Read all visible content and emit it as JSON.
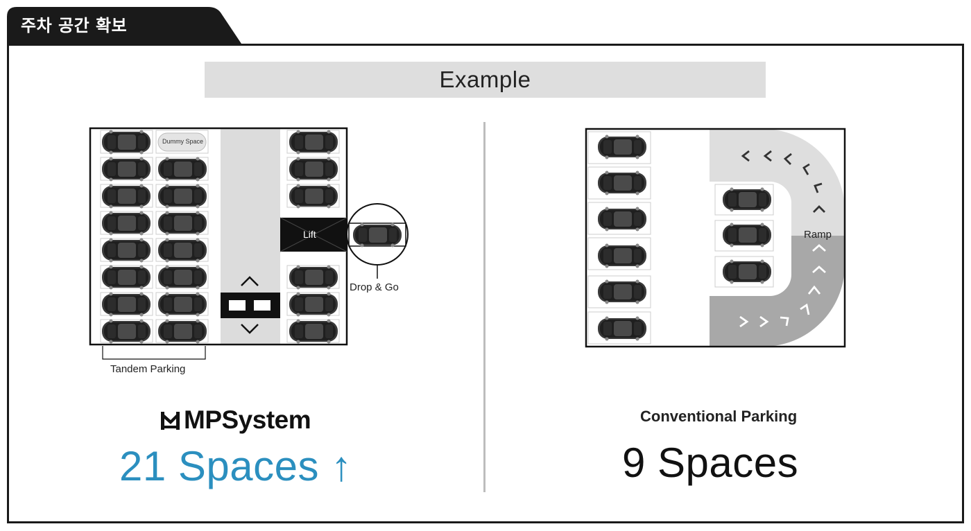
{
  "header": {
    "tab_title": "주차 공간 확보"
  },
  "banner": {
    "title": "Example"
  },
  "left_diagram": {
    "dummy_space_label": "Dummy Space",
    "lift_label": "Lift",
    "drop_go_label": "Drop & Go",
    "tandem_label": "Tandem Parking"
  },
  "right_diagram": {
    "ramp_label": "Ramp"
  },
  "mp_system": {
    "brand_name": "MPSystem",
    "spaces_text": "21 Spaces ↑",
    "accent_color": "#2b8fbf"
  },
  "conventional": {
    "title": "Conventional Parking",
    "spaces_text": "9 Spaces"
  },
  "icons": {
    "car": "car-icon",
    "arrow_up": "chevron-up-icon",
    "arrow_down": "chevron-down-icon",
    "brand_logo": "mp-logo-icon"
  }
}
